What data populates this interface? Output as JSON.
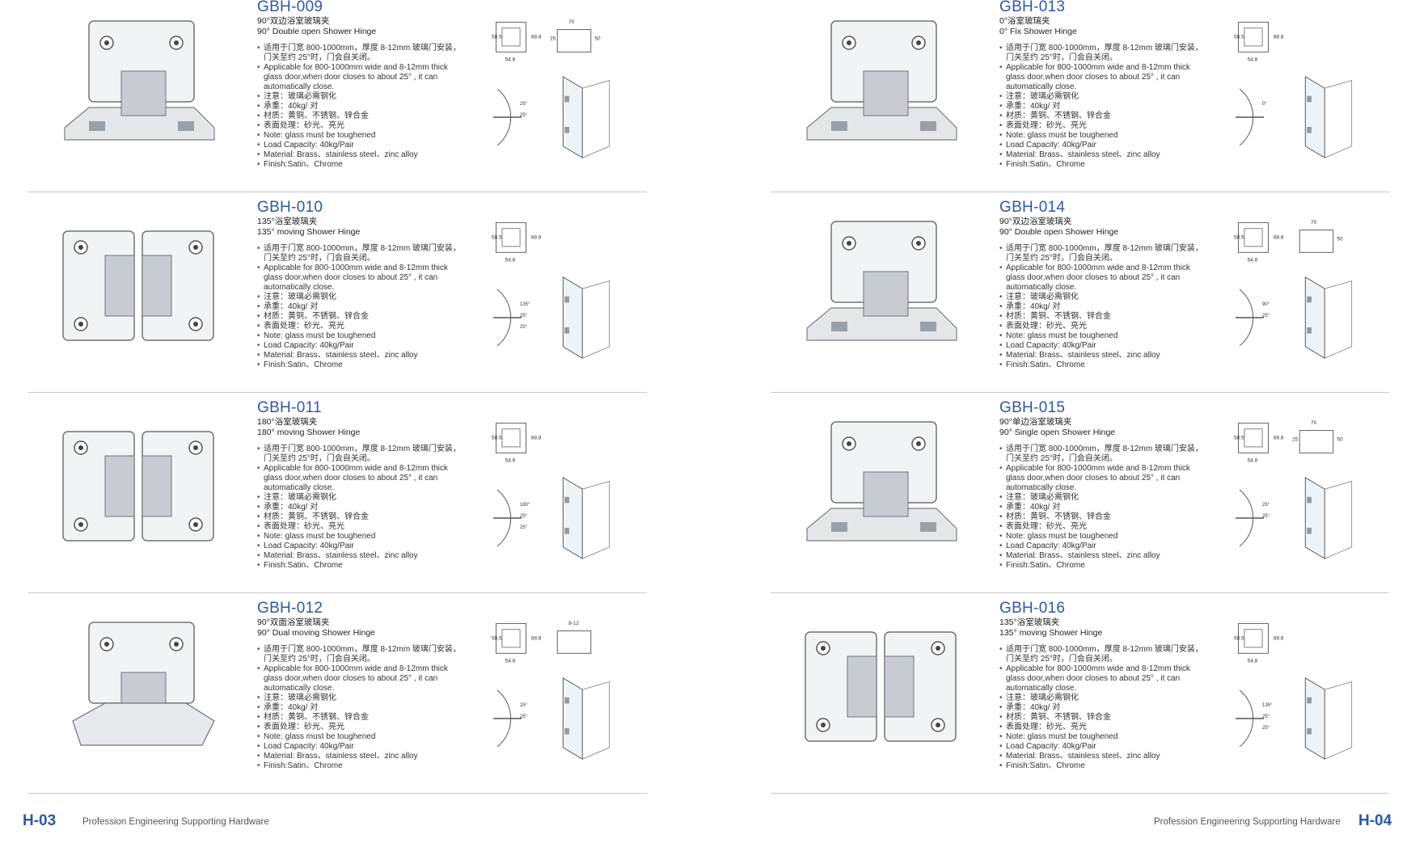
{
  "spec_items": [
    "适用于门宽 800-1000mm，厚度 8-12mm 玻璃门安装，门关至约 25°时，门会自关闭。",
    "Applicable for 800-1000mm wide and 8-12mm thick glass door,when door closes to about 25° , it can automatically close.",
    "注意：玻璃必需钢化",
    "承重：40kg/ 对",
    "材质：黄铜、不锈钢、锌合金",
    "表面处理：砂光、亮光",
    "Note: glass must be toughened",
    "Load Capacity: 40kg/Pair",
    "Material: Brass、stainless steel、zinc alloy",
    "Finish:Satin、Chrome"
  ],
  "products": [
    {
      "code": "GBH-009",
      "name_cn": "90°双边浴室玻璃夹",
      "name_en": "90° Double open Shower Hinge",
      "dims": [
        "88.8",
        "54.8",
        "58.5",
        "70",
        "50",
        "25"
      ],
      "angles": [
        "25°",
        "25°"
      ]
    },
    {
      "code": "GBH-010",
      "name_cn": "135°浴室玻璃夹",
      "name_en": "135° moving Shower Hinge",
      "dims": [
        "88.8",
        "54.8",
        "58.5"
      ],
      "angles": [
        "135°",
        "25°",
        "25°"
      ]
    },
    {
      "code": "GBH-011",
      "name_cn": "180°浴室玻璃夹",
      "name_en": "180° moving Shower Hinge",
      "dims": [
        "88.8",
        "54.8",
        "58.5"
      ],
      "angles": [
        "180°",
        "25°",
        "25°"
      ]
    },
    {
      "code": "GBH-012",
      "name_cn": "90°双面浴室玻璃夹",
      "name_en": "90° Dual moving Shower Hinge",
      "dims": [
        "88.8",
        "54.8",
        "58.5",
        "8-12"
      ],
      "angles": [
        "25°",
        "25°"
      ]
    },
    {
      "code": "GBH-013",
      "name_cn": "0°浴室玻璃夹",
      "name_en": "0° Fix Shower Hinge",
      "dims": [
        "88.8",
        "54.8",
        "58.5"
      ],
      "angles": [
        "0°"
      ]
    },
    {
      "code": "GBH-014",
      "name_cn": "90°双边浴室玻璃夹",
      "name_en": "90° Double open Shower Hinge",
      "dims": [
        "88.8",
        "54.8",
        "58.5",
        "70",
        "50"
      ],
      "angles": [
        "90°",
        "25°"
      ]
    },
    {
      "code": "GBH-015",
      "name_cn": "90°单边浴室玻璃夹",
      "name_en": "90° Single open Shower Hinge",
      "dims": [
        "88.8",
        "54.8",
        "58.5",
        "70",
        "50",
        "25"
      ],
      "angles": [
        "25°",
        "25°"
      ]
    },
    {
      "code": "GBH-016",
      "name_cn": "135°浴室玻璃夹",
      "name_en": "135° moving Shower Hinge",
      "dims": [
        "88.8",
        "54.8",
        "58.5"
      ],
      "angles": [
        "135°",
        "25°",
        "25°"
      ]
    }
  ],
  "footer": {
    "left_page": "H-03",
    "right_page": "H-04",
    "tagline": "Profession Engineering Supporting Hardware"
  },
  "colors": {
    "accent": "#2e58a6",
    "rule": "#c9c9c9",
    "chrome": "#c8ccd2"
  }
}
